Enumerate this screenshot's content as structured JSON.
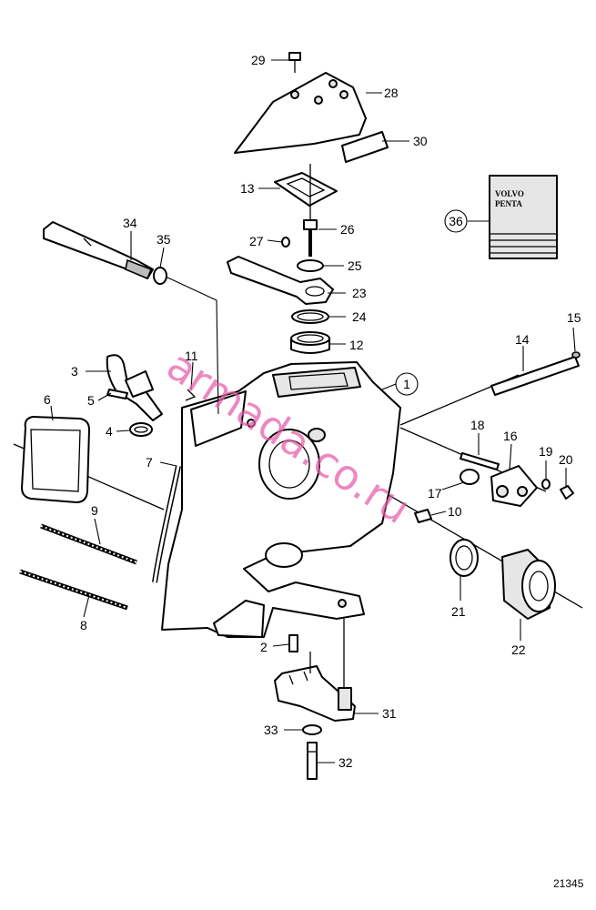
{
  "callouts": [
    {
      "id": "1",
      "text": "1",
      "circled": true
    },
    {
      "id": "2",
      "text": "2"
    },
    {
      "id": "3",
      "text": "3"
    },
    {
      "id": "4",
      "text": "4"
    },
    {
      "id": "5",
      "text": "5"
    },
    {
      "id": "6",
      "text": "6"
    },
    {
      "id": "7",
      "text": "7"
    },
    {
      "id": "8",
      "text": "8"
    },
    {
      "id": "9",
      "text": "9"
    },
    {
      "id": "10",
      "text": "10"
    },
    {
      "id": "11",
      "text": "11"
    },
    {
      "id": "12",
      "text": "12"
    },
    {
      "id": "13",
      "text": "13"
    },
    {
      "id": "14",
      "text": "14"
    },
    {
      "id": "15",
      "text": "15"
    },
    {
      "id": "16",
      "text": "16"
    },
    {
      "id": "17",
      "text": "17"
    },
    {
      "id": "18",
      "text": "18"
    },
    {
      "id": "19",
      "text": "19"
    },
    {
      "id": "20",
      "text": "20"
    },
    {
      "id": "21",
      "text": "21"
    },
    {
      "id": "22",
      "text": "22"
    },
    {
      "id": "23",
      "text": "23"
    },
    {
      "id": "24",
      "text": "24"
    },
    {
      "id": "25",
      "text": "25"
    },
    {
      "id": "26",
      "text": "26"
    },
    {
      "id": "27",
      "text": "27"
    },
    {
      "id": "28",
      "text": "28"
    },
    {
      "id": "29",
      "text": "29"
    },
    {
      "id": "30",
      "text": "30"
    },
    {
      "id": "31",
      "text": "31"
    },
    {
      "id": "32",
      "text": "32"
    },
    {
      "id": "33",
      "text": "33"
    },
    {
      "id": "34",
      "text": "34"
    },
    {
      "id": "35",
      "text": "35"
    },
    {
      "id": "36",
      "text": "36",
      "circled": true
    }
  ],
  "manual_cover": {
    "brand_line1": "VOLVO",
    "brand_line2": "PENTA"
  },
  "drawing_number": "21345",
  "watermark": "armada.co.ru",
  "colors": {
    "line": "#000000",
    "background": "#ffffff",
    "watermark": "#e65aa8"
  }
}
